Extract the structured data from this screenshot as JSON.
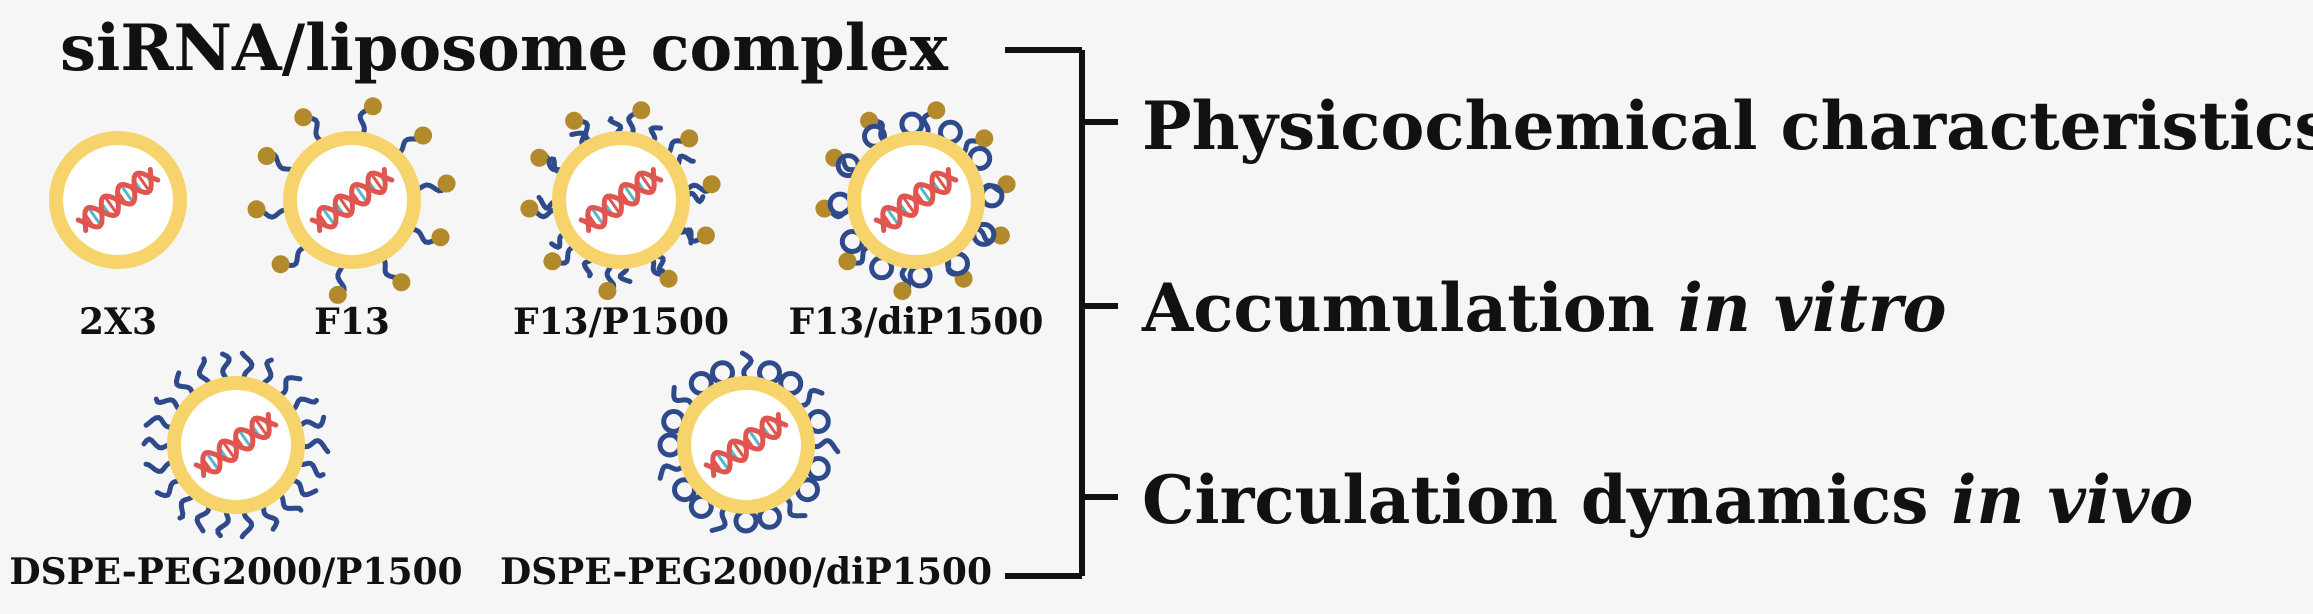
{
  "diagram": {
    "title": "siRNA/liposome complex",
    "outcomes": [
      {
        "text": "Physicochemical characteristics",
        "italic": ""
      },
      {
        "text": "Accumulation ",
        "italic": "in vitro"
      },
      {
        "text": "Circulation dynamics ",
        "italic": "in vivo"
      }
    ],
    "formulations": [
      {
        "label": "2X3",
        "shell": "none"
      },
      {
        "label": "F13",
        "shell": "folate-peg"
      },
      {
        "label": "F13/P1500",
        "shell": "folate-peg-plus-peg"
      },
      {
        "label": "F13/diP1500",
        "shell": "folate-peg-plus-dipeg"
      },
      {
        "label": "DSPE-PEG2000/P1500",
        "shell": "peg"
      },
      {
        "label": "DSPE-PEG2000/diP1500",
        "shell": "dipeg"
      }
    ]
  },
  "colors": {
    "lipid": "#f7d36b",
    "peg": "#2f4a8a",
    "ligand": "#b28a2c",
    "dna_a": "#e0554f",
    "dna_b": "#56b8c7",
    "text": "#111111",
    "bracket": "#111111",
    "background": "#f7f6f7"
  }
}
